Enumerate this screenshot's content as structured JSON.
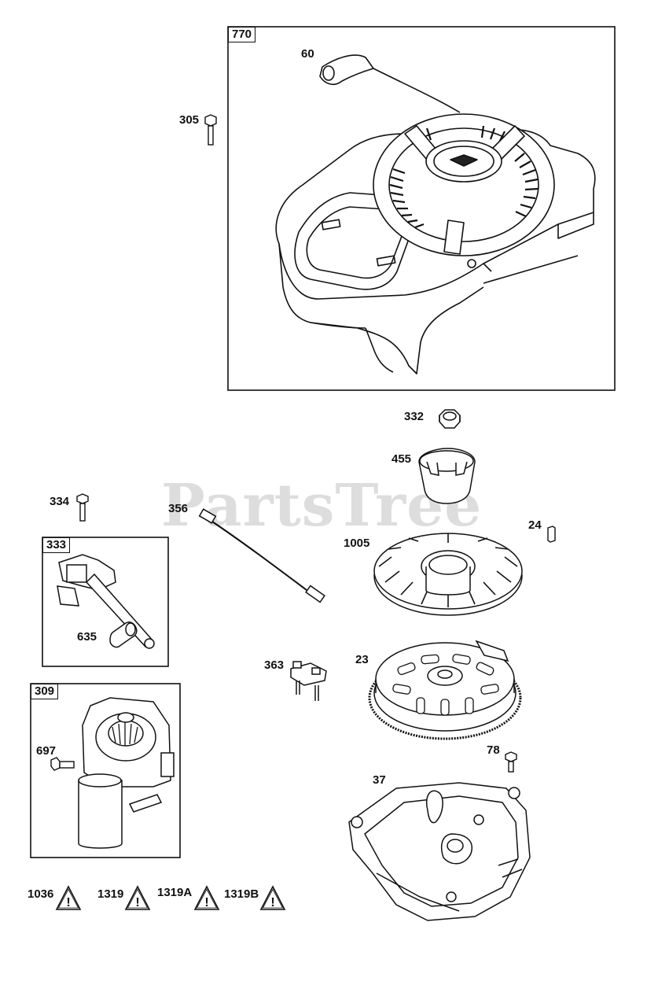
{
  "watermark": "PartsTree",
  "groups": {
    "g770": "770",
    "g333": "333",
    "g309": "309"
  },
  "callouts": {
    "c60": "60",
    "c305": "305",
    "c332": "332",
    "c455": "455",
    "c334": "334",
    "c356": "356",
    "c24": "24",
    "c1005": "1005",
    "c635": "635",
    "c363": "363",
    "c23": "23",
    "c697": "697",
    "c78": "78",
    "c37": "37"
  },
  "warnings": [
    {
      "label": "1036",
      "icon": "warning-triangle-icon"
    },
    {
      "label": "1319",
      "icon": "warning-triangle-icon"
    },
    {
      "label": "1319A",
      "icon": "warning-triangle-icon"
    },
    {
      "label": "1319B",
      "icon": "warning-triangle-icon"
    }
  ],
  "warning_glyph": "!"
}
